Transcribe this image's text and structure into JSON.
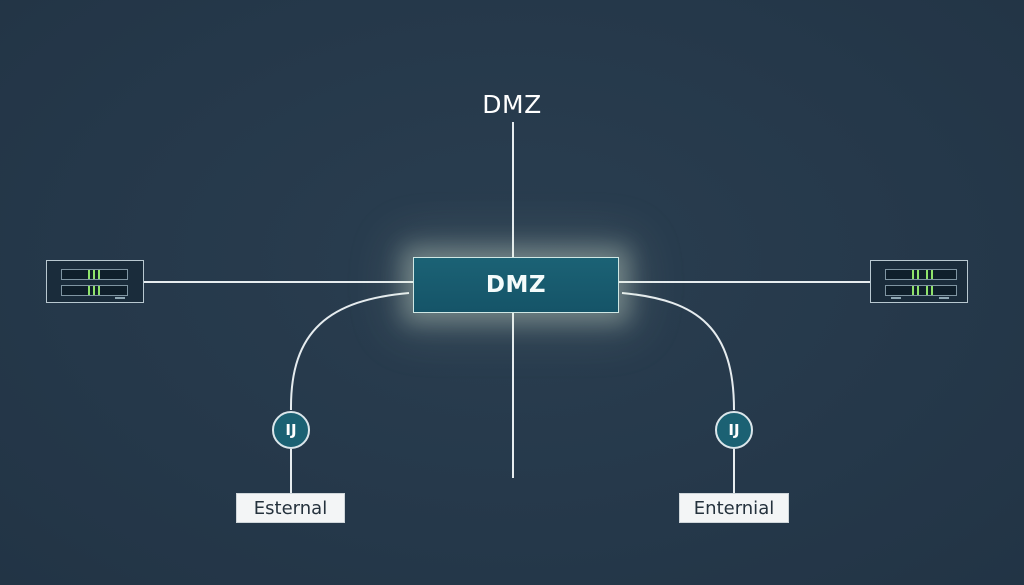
{
  "diagram": {
    "top_title": "DMZ",
    "center_box": {
      "label": "DMZ"
    },
    "servers": [
      {
        "id": "left",
        "icon": "server-icon"
      },
      {
        "id": "right",
        "icon": "server-icon"
      }
    ],
    "nodes": [
      {
        "id": "left",
        "label": "IJ"
      },
      {
        "id": "right",
        "label": "IJ"
      }
    ],
    "zone_labels": [
      {
        "id": "left",
        "text": "Esternal"
      },
      {
        "id": "right",
        "text": "Enternial"
      }
    ],
    "colors": {
      "background": "#26394a",
      "wire": "#e6ecef",
      "center_box_fill": "#1b6275",
      "node_fill": "#1b6173",
      "server_led": "#8fe36b",
      "label_box_fill": "#f3f5f6"
    }
  }
}
